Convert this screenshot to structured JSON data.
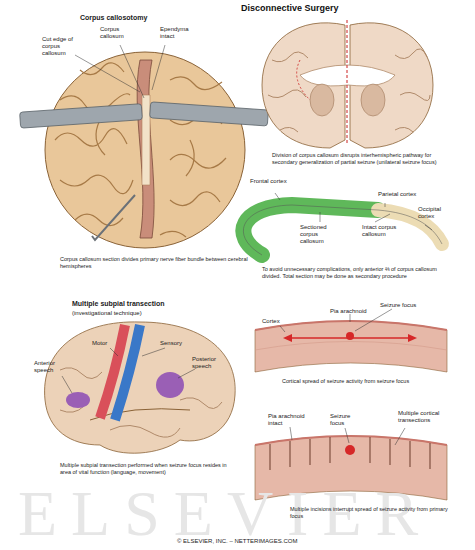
{
  "diagram": {
    "title": "Disconnective Surgery",
    "labels": [
      "Corpus callosotomy",
      "Cut edge of corpus callosum",
      "Corpus callosum",
      "Ependyma intact",
      "Division of corpus callosum disrupts interhemispheric pathway for secondary generalization of partial seizure (unilateral seizure focus)",
      "Frontal cortex",
      "Parietal cortex",
      "Occipital cortex",
      "Sectioned corpus callosum",
      "Intact corpus callosum",
      "To avoid unnecessary complications, only anterior ⅔ of corpus callosum divided. Total section may be done as secondary procedure",
      "Corpus callosum section divides primary nerve fiber bundle between cerebral hemispheres",
      "Multiple subpial transection",
      "(investigational technique)",
      "Anterior speech",
      "Motor",
      "Sensory",
      "Posterior speech",
      "Multiple subpial transection performed when seizure focus resides in area of vital function (language, movement)",
      "Pia arachnoid",
      "Seizure focus",
      "Cortex",
      "Cortical spread of seizure activity from seizure focus",
      "Pia arachnoid intact",
      "Seizure focus",
      "Multiple cortical transections",
      "Multiple incisions interrupt spread of seizure activity from primary focus",
      "ELSEVIER",
      "© ELSEVIER, INC. – NETTERIMAGES.COM"
    ]
  }
}
